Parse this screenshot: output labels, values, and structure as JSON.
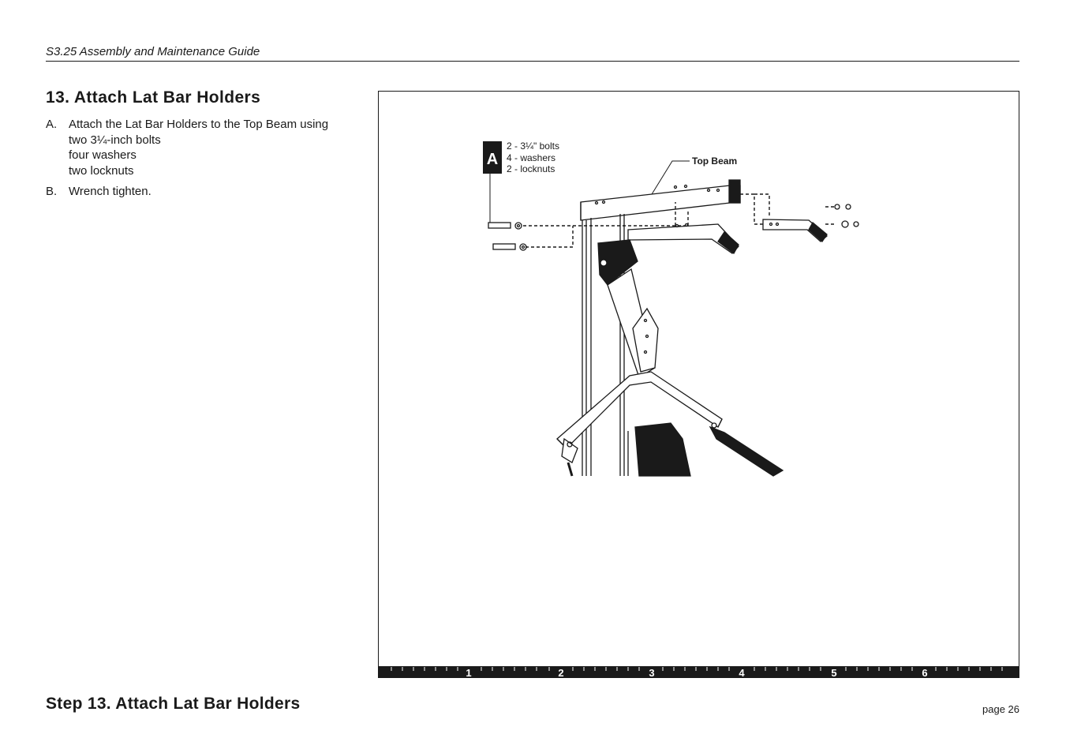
{
  "header": {
    "guide_title": "S3.25 Assembly and Maintenance Guide"
  },
  "step": {
    "heading": "13. Attach Lat Bar Holders",
    "instructions": [
      {
        "letter": "A.",
        "lines": [
          "Attach the Lat Bar Holders to the Top Beam using",
          "two 3¼-inch bolts",
          "four washers",
          "two locknuts"
        ]
      },
      {
        "letter": "B.",
        "lines": [
          "Wrench tighten."
        ]
      }
    ]
  },
  "figure": {
    "callout_letter": "A",
    "parts_list": [
      "2 - 3¼\" bolts",
      "4 - washers",
      "2 - locknuts"
    ],
    "part_label": "Top Beam",
    "ruler_numbers": [
      "1",
      "2",
      "3",
      "4",
      "5",
      "6"
    ],
    "colors": {
      "ink": "#1a1a1a",
      "paper": "#ffffff"
    }
  },
  "footer": {
    "step_title": "Step 13. Attach Lat Bar Holders",
    "page": "page 26"
  }
}
